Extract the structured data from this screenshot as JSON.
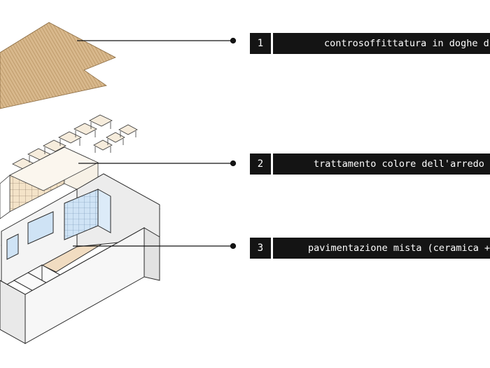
{
  "colors": {
    "background": "#ffffff",
    "label_fill": "#141414",
    "label_text": "#ffffff",
    "ceiling_wood": "#d8b88c",
    "ceiling_slat": "#b08a58",
    "floor_wood": "#f1dcc1",
    "glass": "#cfe3f5",
    "wall": "#f2f2f2",
    "line": "#2a2a2a"
  },
  "legend": [
    {
      "number": "1",
      "text": "controsoffittatura in doghe di"
    },
    {
      "number": "2",
      "text": "trattamento colore dell'arredo di"
    },
    {
      "number": "3",
      "text": "pavimentazione mista (ceramica +"
    }
  ]
}
